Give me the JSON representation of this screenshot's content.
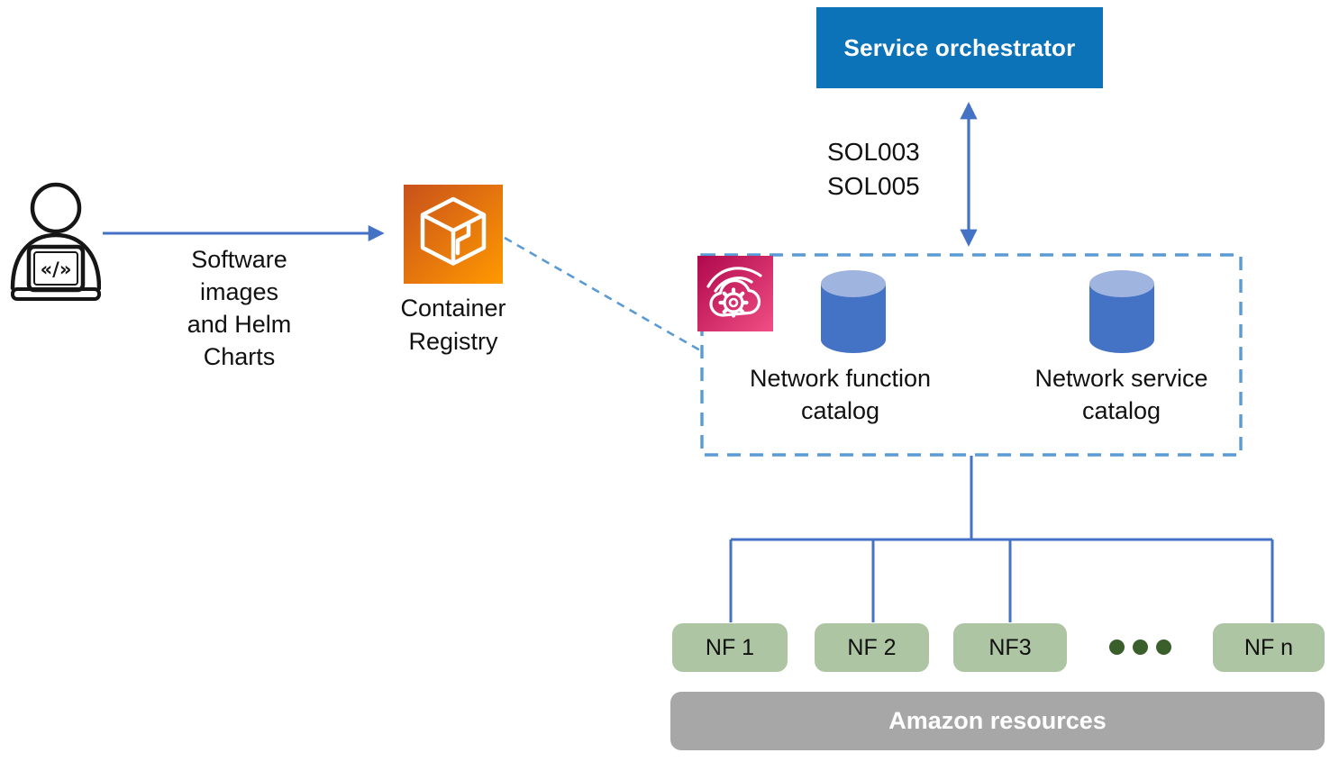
{
  "colors": {
    "box_blue": "#0d73b8",
    "arrow_blue": "#4472c4",
    "dash_blue": "#5b9bd5",
    "cylinder_body": "#4472c4",
    "cylinder_top": "#a0b4e0",
    "nf_green": "#adc5a3",
    "dots_green": "#3a5f2b",
    "bar_gray": "#a7a7a7",
    "ecr_start": "#c8511b",
    "ecr_end": "#ff9900",
    "tnb_start": "#b0084d",
    "tnb_end": "#f14f84"
  },
  "developer": {
    "icon": "developer-laptop-icon",
    "code_glyph": "«/»"
  },
  "flow": {
    "label_lines": [
      "Software",
      "images",
      "and Helm",
      "Charts"
    ]
  },
  "registry": {
    "label": "Container Registry"
  },
  "orchestrator": {
    "label": "Service orchestrator"
  },
  "interface_labels": [
    "SOL003",
    "SOL005"
  ],
  "catalogs": {
    "items": [
      {
        "label": "Network function catalog"
      },
      {
        "label": "Network service catalog"
      }
    ]
  },
  "network_functions": [
    {
      "label": "NF 1"
    },
    {
      "label": "NF 2"
    },
    {
      "label": "NF3"
    },
    {
      "label": "NF n"
    }
  ],
  "resources_bar": {
    "label": "Amazon resources"
  }
}
